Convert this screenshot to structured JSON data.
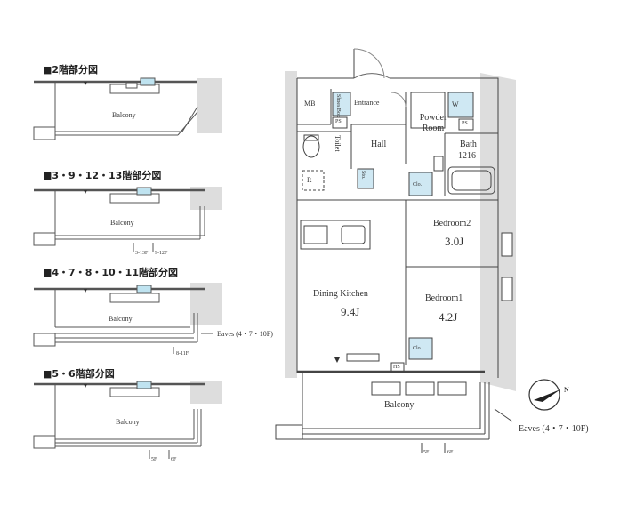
{
  "partial_plans": [
    {
      "heading": "■2階部分図",
      "balcony": "Balcony"
    },
    {
      "heading": "■3・9・12・13階部分図",
      "balcony": "Balcony",
      "notes": [
        "3-13F",
        "9-12F"
      ]
    },
    {
      "heading": "■4・7・8・10・11階部分図",
      "balcony": "Balcony",
      "notes": [
        "8-11F"
      ],
      "eaves": "Eaves (4・7・10F)"
    },
    {
      "heading": "■5・6階部分図",
      "balcony": "Balcony",
      "notes": [
        "5F",
        "6F"
      ]
    }
  ],
  "main_plan": {
    "rooms": {
      "mb": "MB",
      "entrance": "Entrance",
      "shoes_box": "Shoes Box",
      "ps1": "PS",
      "toilet": "Toilet",
      "hall": "Hall",
      "powder_room": "Powder Room",
      "w": "W",
      "ps2": "PS",
      "bath": "Bath",
      "bath_size": "1216",
      "r": "R",
      "sto": "Sto.",
      "clo1": "Clo.",
      "bedroom2": "Bedroom2",
      "bedroom2_size": "3.0J",
      "dining_kitchen": "Dining Kitchen",
      "dk_size": "9.4J",
      "bedroom1": "Bedroom1",
      "bedroom1_size": "4.2J",
      "clo2": "Clo.",
      "hs": "HS",
      "balcony": "Balcony"
    },
    "notes": {
      "f5": "5F",
      "f6": "6F"
    },
    "eaves": "Eaves (4・7・10F)",
    "compass": "N"
  }
}
